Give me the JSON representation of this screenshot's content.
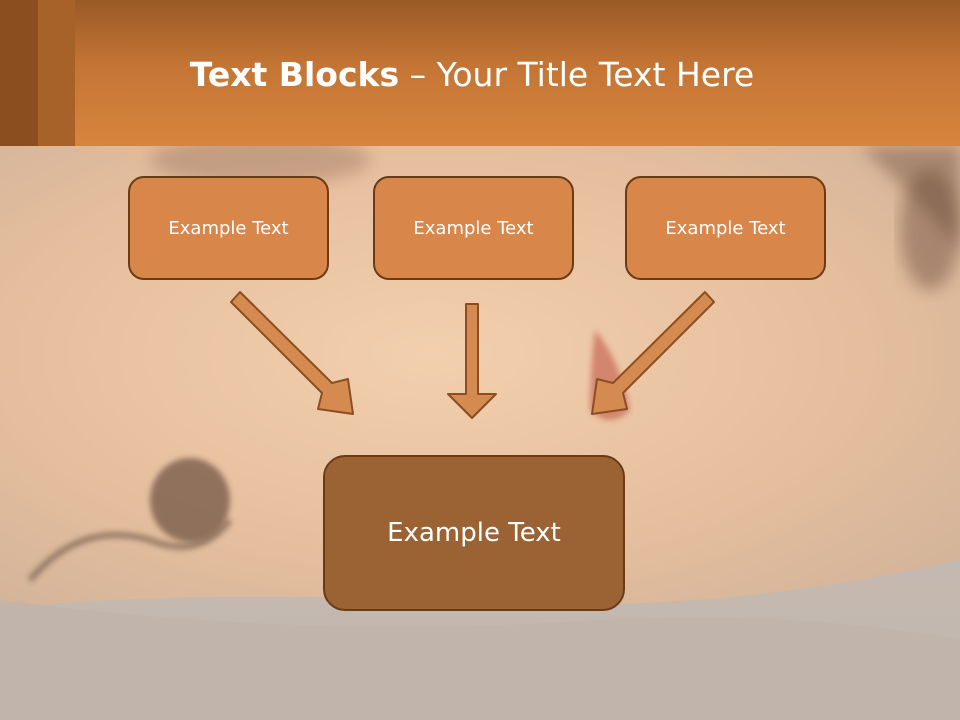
{
  "header": {
    "title_bold": "Text Blocks",
    "title_sep": " – ",
    "title_rest": "Your Title Text Here"
  },
  "diagram": {
    "boxes": [
      {
        "label": "Example Text"
      },
      {
        "label": "Example Text"
      },
      {
        "label": "Example Text"
      }
    ],
    "result": {
      "label": "Example Text"
    }
  },
  "colors": {
    "header": "#d8853c",
    "box_fill": "#d8864a",
    "box_border": "#6b3b16",
    "result_fill": "#9b6233",
    "arrow_fill": "#d58a50"
  }
}
